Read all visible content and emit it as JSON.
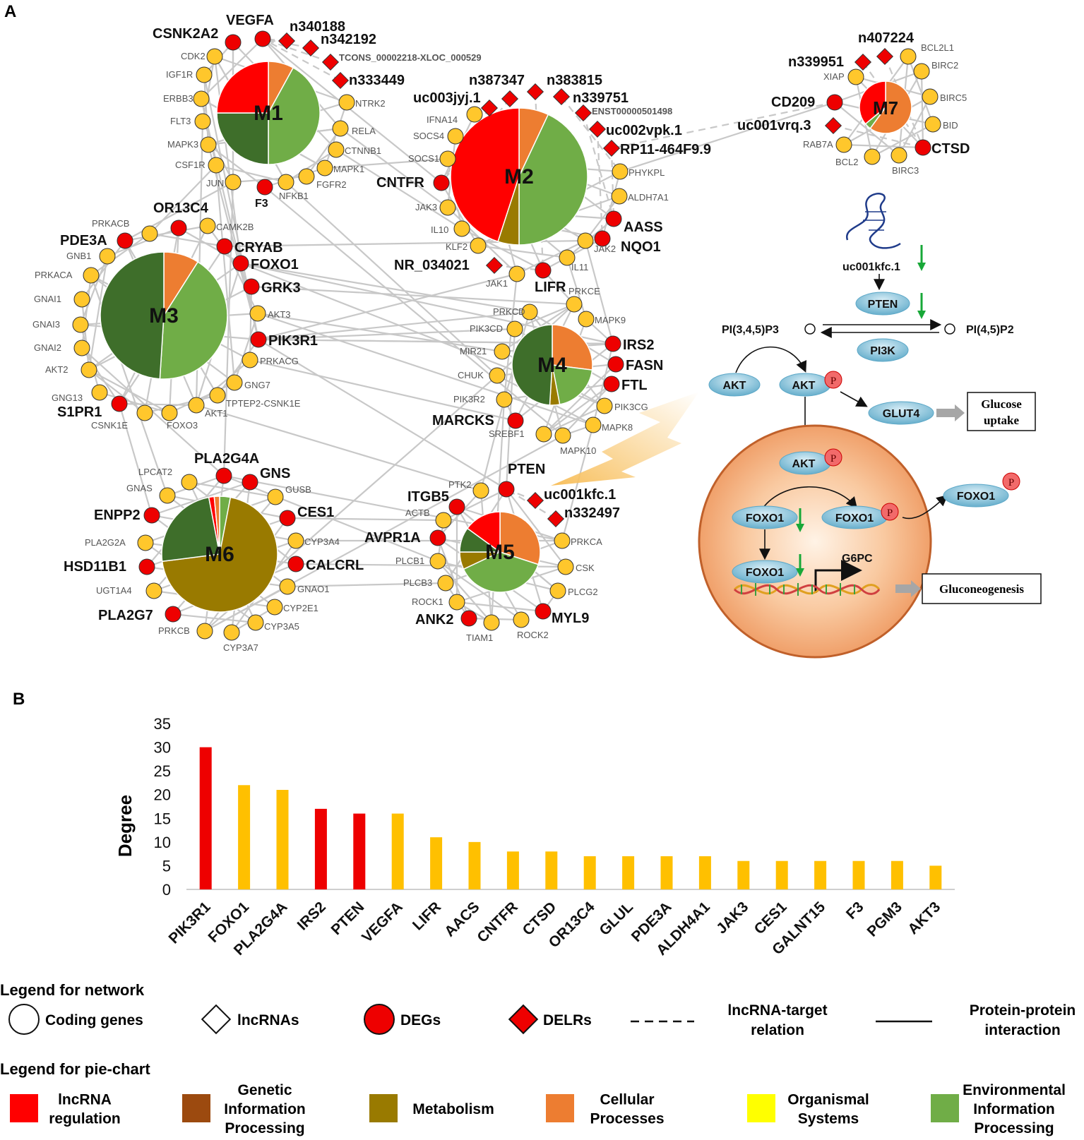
{
  "panels": {
    "a": "A",
    "b": "B"
  },
  "colors": {
    "deg": "#ee0000",
    "coding": "#ffc72c",
    "lncrna_regulation": "#ff0000",
    "genetic_info": "#9c4a0f",
    "metabolism": "#997a00",
    "cellular": "#ed7d31",
    "organismal": "#ffff00",
    "environmental": "#70ad47",
    "dark_green": "#3e6e2a",
    "bar_red": "#ee0000",
    "bar_yellow": "#ffc000"
  },
  "modules": [
    {
      "id": "M1",
      "label": "M1"
    },
    {
      "id": "M2",
      "label": "M2"
    },
    {
      "id": "M3",
      "label": "M3"
    },
    {
      "id": "M4",
      "label": "M4"
    },
    {
      "id": "M5",
      "label": "M5"
    },
    {
      "id": "M6",
      "label": "M6"
    },
    {
      "id": "M7",
      "label": "M7"
    }
  ],
  "network_labels": [
    {
      "text": "CSNK2A2"
    },
    {
      "text": "VEGFA"
    },
    {
      "text": "n340188"
    },
    {
      "text": "n342192"
    },
    {
      "text": "TCONS_00002218-XLOC_000529"
    },
    {
      "text": "n333449"
    },
    {
      "text": "CDK2"
    },
    {
      "text": "IGF1R"
    },
    {
      "text": "ERBB3"
    },
    {
      "text": "FLT3"
    },
    {
      "text": "MAPK3"
    },
    {
      "text": "CSF1R"
    },
    {
      "text": "JUN"
    },
    {
      "text": "F3"
    },
    {
      "text": "NFKB1"
    },
    {
      "text": "FGFR2"
    },
    {
      "text": "MAPK1"
    },
    {
      "text": "CTNNB1"
    },
    {
      "text": "RELA"
    },
    {
      "text": "NTRK2"
    },
    {
      "text": "n387347"
    },
    {
      "text": "n383815"
    },
    {
      "text": "n339751"
    },
    {
      "text": "uc003jyj.1"
    },
    {
      "text": "ENST00000501498"
    },
    {
      "text": "uc002vpk.1"
    },
    {
      "text": "RP11-464F9.9"
    },
    {
      "text": "IFNA14"
    },
    {
      "text": "SOCS4"
    },
    {
      "text": "SOCS1"
    },
    {
      "text": "CNTFR"
    },
    {
      "text": "JAK3"
    },
    {
      "text": "IL10"
    },
    {
      "text": "KLF2"
    },
    {
      "text": "NR_034021"
    },
    {
      "text": "JAK1"
    },
    {
      "text": "LIFR"
    },
    {
      "text": "IL11"
    },
    {
      "text": "JAK2"
    },
    {
      "text": "NQO1"
    },
    {
      "text": "AASS"
    },
    {
      "text": "ALDH7A1"
    },
    {
      "text": "PHYKPL"
    },
    {
      "text": "n407224"
    },
    {
      "text": "n339951"
    },
    {
      "text": "XIAP"
    },
    {
      "text": "CD209"
    },
    {
      "text": "uc001vrq.3"
    },
    {
      "text": "RAB7A"
    },
    {
      "text": "BCL2"
    },
    {
      "text": "BIRC3"
    },
    {
      "text": "CTSD"
    },
    {
      "text": "BID"
    },
    {
      "text": "BIRC5"
    },
    {
      "text": "BIRC2"
    },
    {
      "text": "BCL2L1"
    },
    {
      "text": "OR13C4"
    },
    {
      "text": "PRKACB"
    },
    {
      "text": "PDE3A"
    },
    {
      "text": "GNB1"
    },
    {
      "text": "PRKACA"
    },
    {
      "text": "GNAI1"
    },
    {
      "text": "GNAI3"
    },
    {
      "text": "GNAI2"
    },
    {
      "text": "AKT2"
    },
    {
      "text": "GNG13"
    },
    {
      "text": "S1PR1"
    },
    {
      "text": "CSNK1E"
    },
    {
      "text": "FOXO3"
    },
    {
      "text": "AKT1"
    },
    {
      "text": "TPTEP2-CSNK1E"
    },
    {
      "text": "GNG7"
    },
    {
      "text": "PRKACG"
    },
    {
      "text": "PIK3R1"
    },
    {
      "text": "AKT3"
    },
    {
      "text": "GRK3"
    },
    {
      "text": "FOXO1"
    },
    {
      "text": "CRYAB"
    },
    {
      "text": "CAMK2B"
    },
    {
      "text": "PRKCE"
    },
    {
      "text": "MAPK9"
    },
    {
      "text": "PRKCD"
    },
    {
      "text": "PIK3CD"
    },
    {
      "text": "IRS2"
    },
    {
      "text": "FASN"
    },
    {
      "text": "FTL"
    },
    {
      "text": "MIR21"
    },
    {
      "text": "CHUK"
    },
    {
      "text": "PIK3R2"
    },
    {
      "text": "PIK3CG"
    },
    {
      "text": "MAPK8"
    },
    {
      "text": "MARCKS"
    },
    {
      "text": "SREBF1"
    },
    {
      "text": "MAPK10"
    },
    {
      "text": "PLA2G4A"
    },
    {
      "text": "LPCAT2"
    },
    {
      "text": "GNS"
    },
    {
      "text": "GNAS"
    },
    {
      "text": "GUSB"
    },
    {
      "text": "ENPP2"
    },
    {
      "text": "CES1"
    },
    {
      "text": "PLA2G2A"
    },
    {
      "text": "CYP3A4"
    },
    {
      "text": "HSD11B1"
    },
    {
      "text": "CALCRL"
    },
    {
      "text": "UGT1A4"
    },
    {
      "text": "GNAO1"
    },
    {
      "text": "PLA2G7"
    },
    {
      "text": "CYP2E1"
    },
    {
      "text": "PRKCB"
    },
    {
      "text": "CYP3A5"
    },
    {
      "text": "CYP3A7"
    },
    {
      "text": "PTEN"
    },
    {
      "text": "PTK2"
    },
    {
      "text": "ITGB5"
    },
    {
      "text": "uc001kfc.1"
    },
    {
      "text": "n332497"
    },
    {
      "text": "ACTB"
    },
    {
      "text": "AVPR1A"
    },
    {
      "text": "PRKCA"
    },
    {
      "text": "PLCB1"
    },
    {
      "text": "CSK"
    },
    {
      "text": "PLCB3"
    },
    {
      "text": "PLCG2"
    },
    {
      "text": "ROCK1"
    },
    {
      "text": "ANK2"
    },
    {
      "text": "MYL9"
    },
    {
      "text": "TIAM1"
    },
    {
      "text": "ROCK2"
    }
  ],
  "pathway": {
    "lnc": "uc001kfc.1",
    "pten": "PTEN",
    "pip3": "PI(3,4,5)P3",
    "pip2": "PI(4,5)P2",
    "pi3k": "PI3K",
    "akt": "AKT",
    "p": "P",
    "glut4": "GLUT4",
    "glucose_uptake_1": "Glucose",
    "glucose_uptake_2": "uptake",
    "foxo1": "FOXO1",
    "g6pc": "G6PC",
    "gluconeogenesis": "Gluconeogenesis"
  },
  "chart_data": {
    "type": "bar",
    "ylabel": "Degree",
    "xlabel": "",
    "ylim": [
      0,
      35
    ],
    "yticks": [
      0,
      5,
      10,
      15,
      20,
      25,
      30,
      35
    ],
    "categories": [
      "PIK3R1",
      "FOXO1",
      "PLA2G4A",
      "IRS2",
      "PTEN",
      "VEGFA",
      "LIFR",
      "AACS",
      "CNTFR",
      "CTSD",
      "OR13C4",
      "GLUL",
      "PDE3A",
      "ALDH4A1",
      "JAK3",
      "CES1",
      "GALNT15",
      "F3",
      "PGM3",
      "AKT3"
    ],
    "values": [
      30,
      22,
      21,
      17,
      16,
      16,
      11,
      10,
      8,
      8,
      7,
      7,
      7,
      7,
      6,
      6,
      6,
      6,
      6,
      5
    ],
    "bar_colors": [
      "red",
      "yellow",
      "yellow",
      "red",
      "red",
      "yellow",
      "yellow",
      "yellow",
      "yellow",
      "yellow",
      "yellow",
      "yellow",
      "yellow",
      "yellow",
      "yellow",
      "yellow",
      "yellow",
      "yellow",
      "yellow",
      "yellow"
    ],
    "grid": false
  },
  "legend_network": {
    "title": "Legend for network",
    "coding": "Coding genes",
    "lncrnas": "lncRNAs",
    "degs": "DEGs",
    "delrs": "DELRs",
    "lnc_target_1": "lncRNA-target",
    "lnc_target_2": "relation",
    "ppi_1": "Protein-protein",
    "ppi_2": "interaction"
  },
  "legend_pie": {
    "title": "Legend for pie-chart",
    "items": [
      {
        "lines": [
          "lncRNA",
          "regulation"
        ]
      },
      {
        "lines": [
          "Genetic",
          "Information",
          "Processing"
        ]
      },
      {
        "lines": [
          "Metabolism"
        ]
      },
      {
        "lines": [
          "Cellular",
          "Processes"
        ]
      },
      {
        "lines": [
          "Organismal",
          "Systems"
        ]
      },
      {
        "lines": [
          "Environmental",
          "Information",
          "Processing"
        ]
      }
    ]
  }
}
